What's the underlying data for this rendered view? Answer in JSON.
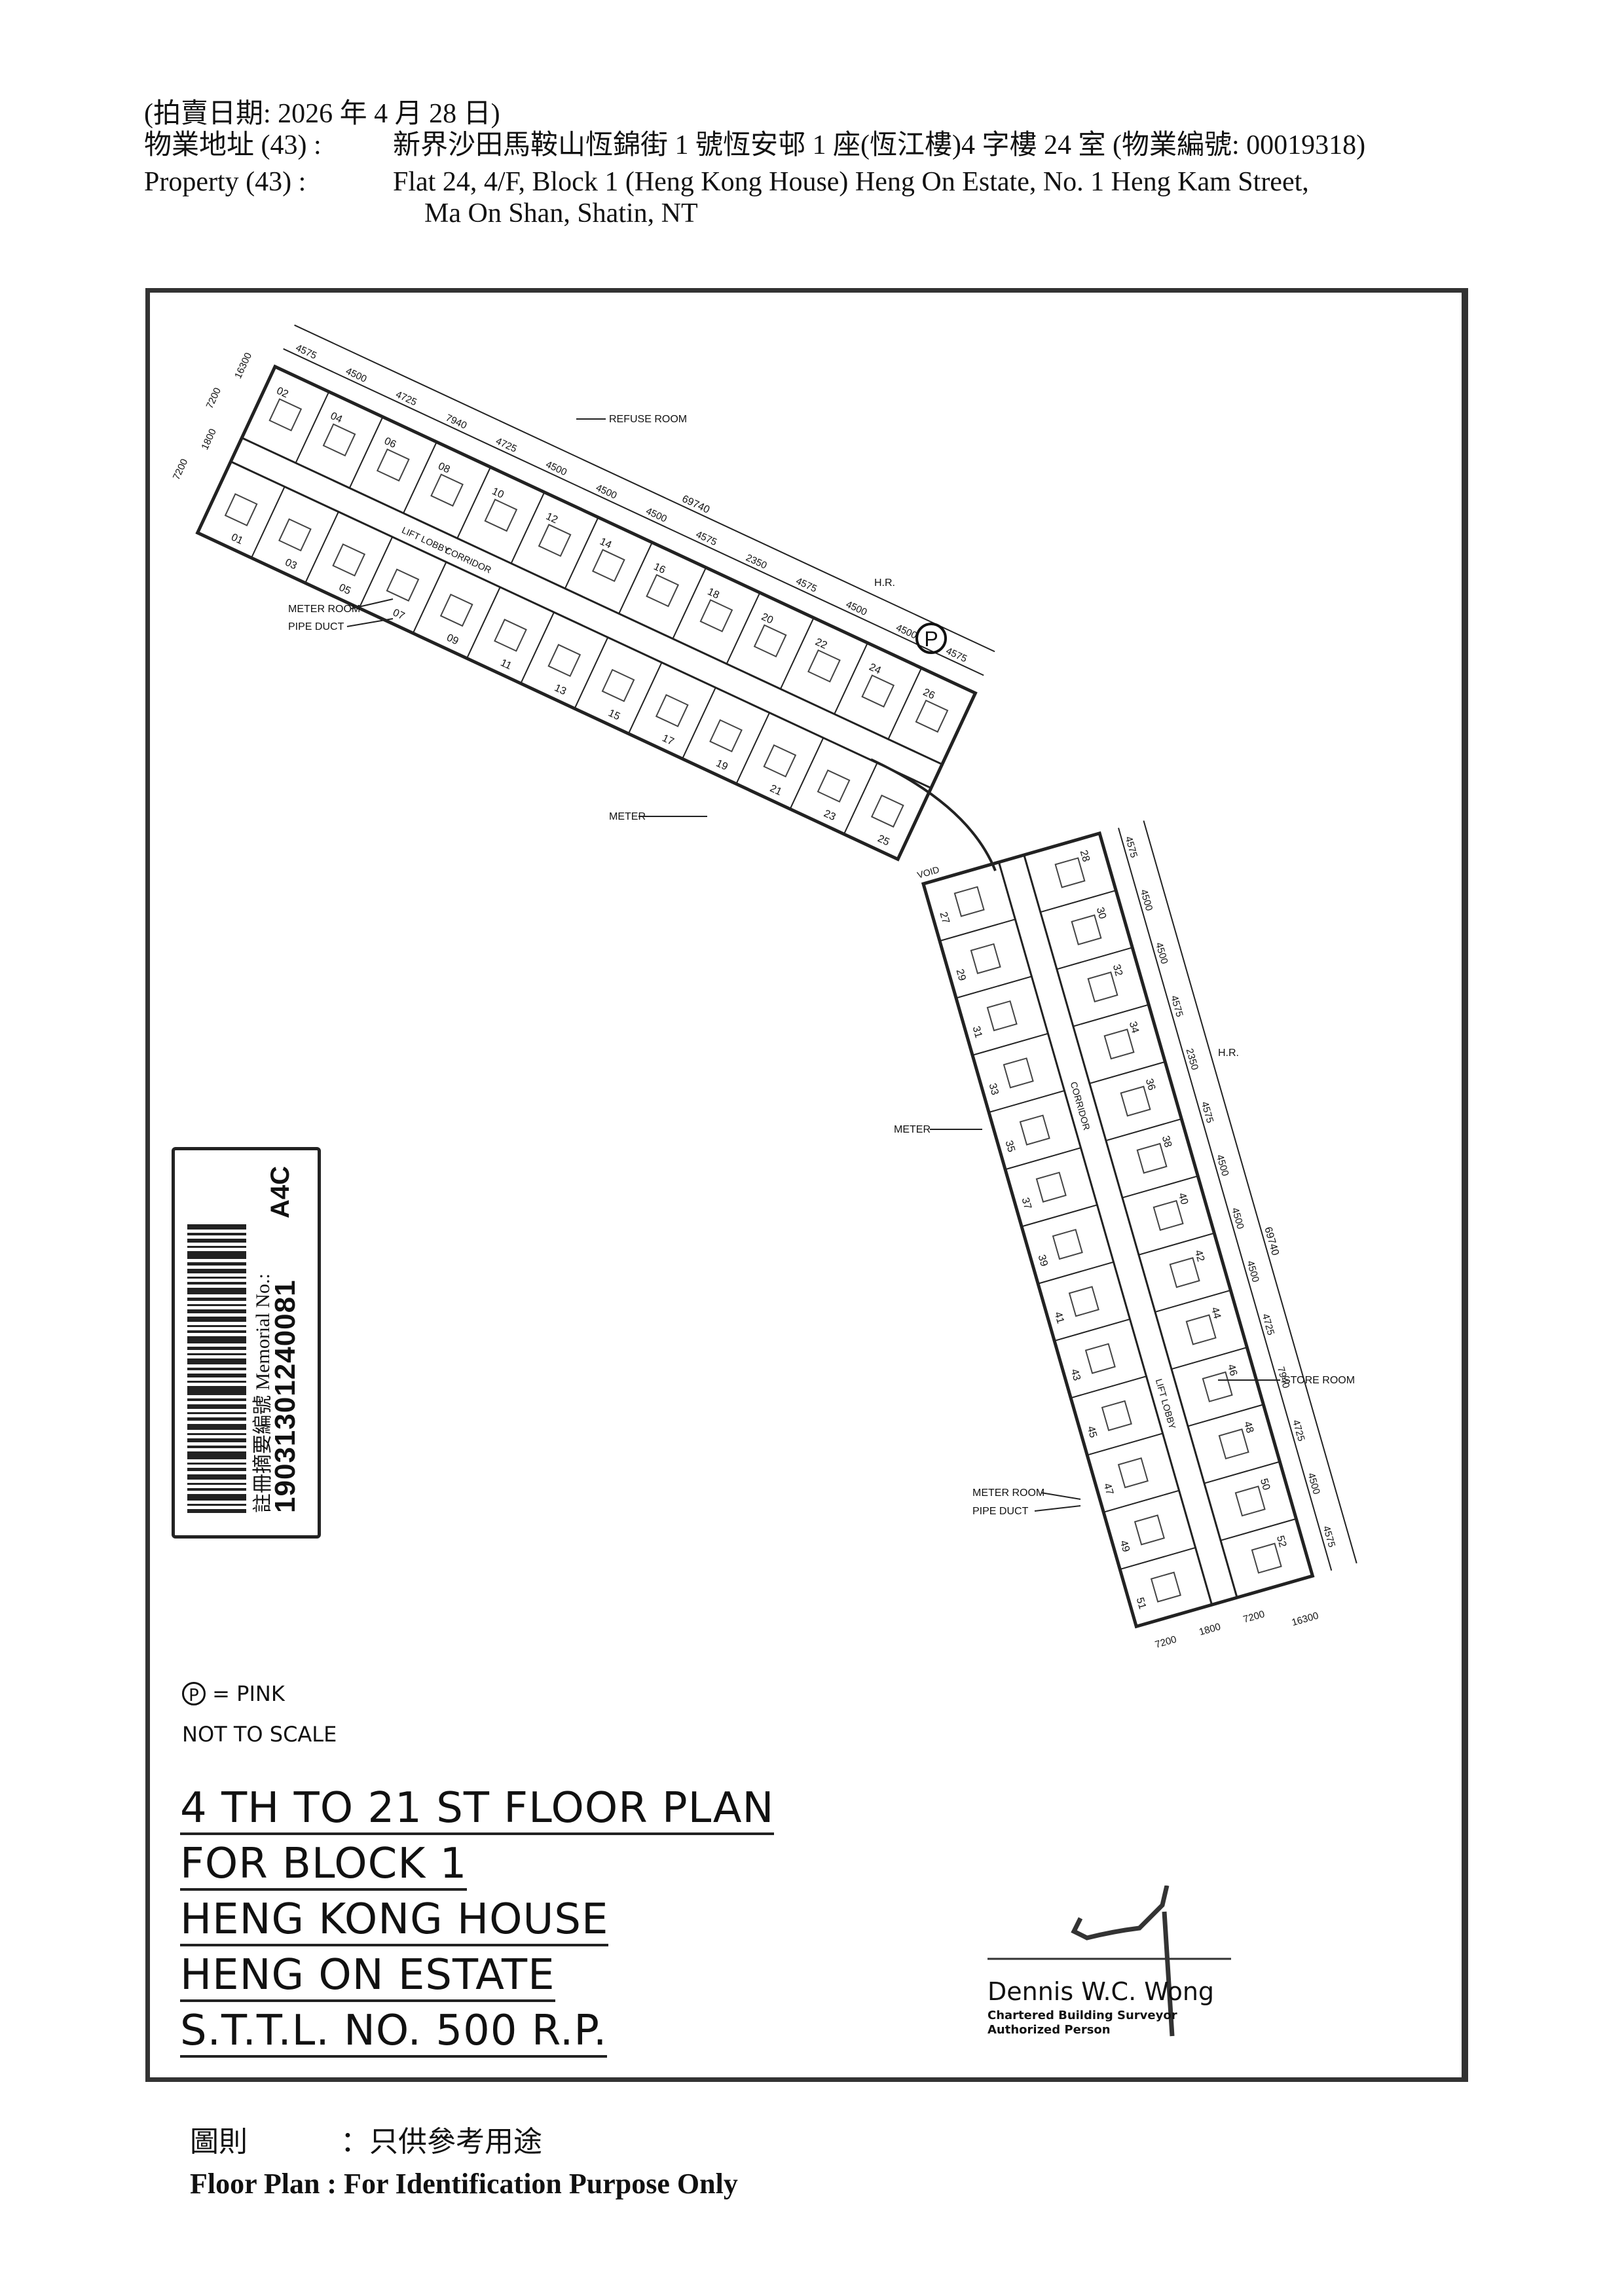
{
  "header": {
    "auction_date": "(拍賣日期:  2026 年 4 月 28 日)",
    "address_cn_label": "物業地址 (43) :",
    "address_cn": "新界沙田馬鞍山恆錦街 1 號恆安邨 1 座(恆江樓)4 字樓 24 室 (物業編號: 00019318)",
    "address_en_label": "Property    (43) :",
    "address_en_line1": "Flat 24, 4/F, Block 1 (Heng Kong House) Heng On Estate, No. 1 Heng Kam Street,",
    "address_en_line2": "Ma On Shan, Shatin, NT"
  },
  "plan": {
    "upper_units_top": [
      "02",
      "04",
      "06",
      "08",
      "10",
      "12",
      "14",
      "16",
      "18",
      "20",
      "22",
      "24",
      "26"
    ],
    "upper_units_bottom": [
      "01",
      "03",
      "05",
      "07",
      "09",
      "11",
      "13",
      "15",
      "17",
      "19",
      "21",
      "23",
      "25"
    ],
    "lower_units_left": [
      "27",
      "29",
      "31",
      "33",
      "35",
      "37",
      "39",
      "41",
      "43",
      "45",
      "47",
      "49",
      "51"
    ],
    "lower_units_right": [
      "28",
      "30",
      "32",
      "34",
      "36",
      "38",
      "40",
      "42",
      "44",
      "46",
      "48",
      "50",
      "52"
    ],
    "labels": {
      "refuse_room": "REFUSE ROOM",
      "hr_upper": "H.R.",
      "hr_lower": "H.R.",
      "meter_room_upper": "METER ROOM",
      "pipe_duct_upper": "PIPE DUCT",
      "meter_upper": "METER",
      "meter_lower": "METER",
      "meter_room_lower": "METER ROOM",
      "pipe_duct_lower": "PIPE DUCT",
      "store_room": "STORE ROOM",
      "corridor_upper": "CORRIDOR",
      "corridor_lower": "CORRIDOR",
      "lift_lobby_upper": "LIFT LOBBY",
      "lift_lobby_lower": "LIFT LOBBY",
      "void": "VOID",
      "pink_marker": "P"
    },
    "dims_upper": [
      "4575",
      "4500",
      "4725",
      "7940",
      "4725",
      "4500",
      "4500",
      "4500",
      "4575",
      "2350",
      "4575",
      "4500",
      "4500",
      "4575"
    ],
    "dims_upper_total": "69740",
    "dims_upper_side": [
      "16300",
      "7200",
      "1800",
      "7200"
    ],
    "dims_lower": [
      "4575",
      "4500",
      "4500",
      "4575",
      "2350",
      "4575",
      "4500",
      "4500",
      "4500",
      "4725",
      "7940",
      "4725",
      "4500",
      "4575"
    ],
    "dims_lower_total": "69740",
    "dims_lower_bottom": [
      "7200",
      "1800",
      "7200",
      "16300"
    ]
  },
  "barcode": {
    "memorial_label": "註冊摘要編號 Memorial No.:",
    "memorial_no": "19031301240081",
    "code": "A4C"
  },
  "legend": {
    "pink_symbol": "P",
    "pink_text": "= PINK",
    "scale": "NOT TO SCALE"
  },
  "title_block": {
    "line1": "4 TH TO 21 ST FLOOR PLAN",
    "line2": "FOR BLOCK 1",
    "line3": "HENG KONG HOUSE",
    "line4": "HENG ON ESTATE",
    "line5": "S.T.T.L. NO. 500 R.P."
  },
  "signature": {
    "name": "Dennis W.C. Wong",
    "title1": "Chartered Building Surveyor",
    "title2": "Authorized Person"
  },
  "footer": {
    "cn_label": "圖則",
    "cn_text": "：只供參考用途",
    "en_text": "Floor Plan : For Identification Purpose Only"
  }
}
